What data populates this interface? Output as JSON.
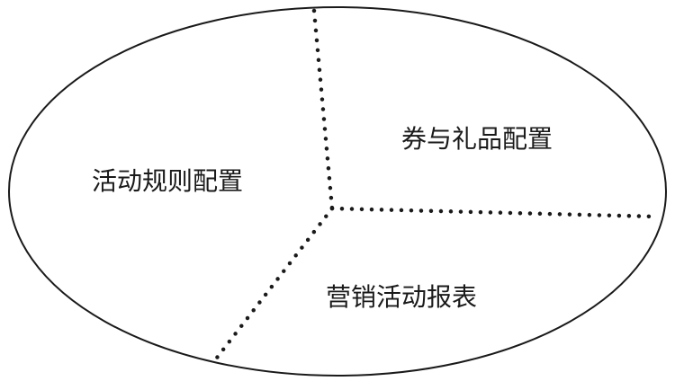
{
  "diagram": {
    "regions": [
      {
        "label": "活动规则配置"
      },
      {
        "label": "券与礼品配置"
      },
      {
        "label": "营销活动报表"
      }
    ],
    "colors": {
      "stroke": "#1a1a1a",
      "text": "#1a1a1a",
      "background": "#ffffff"
    }
  }
}
